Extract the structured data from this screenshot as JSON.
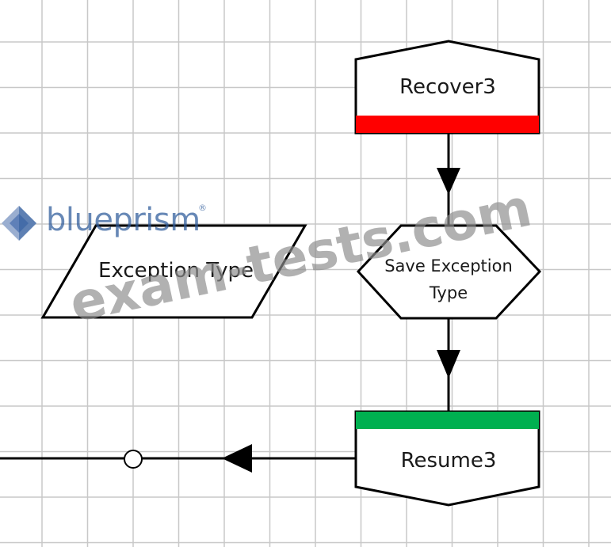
{
  "diagram": {
    "recover_stage": {
      "label": "Recover3"
    },
    "save_exception_stage": {
      "line1": "Save Exception",
      "line2": "Type"
    },
    "resume_stage": {
      "label": "Resume3"
    },
    "data_item": {
      "label": "Exception Type"
    }
  },
  "branding": {
    "logo_text": "blueprism",
    "registered_mark": "®",
    "watermark_text": "exam-tests.com"
  },
  "colors": {
    "grid": "#c8c8c8",
    "recover_bar": "#ff0000",
    "resume_bar": "#00b050",
    "stroke": "#000000",
    "logo": "#2e5b9a",
    "watermark": "#8c8c8c"
  }
}
